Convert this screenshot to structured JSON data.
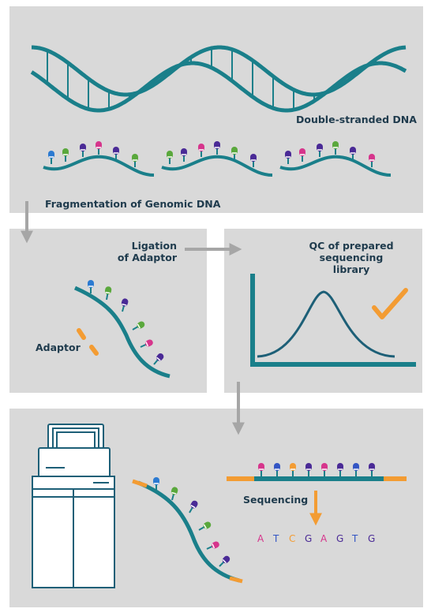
{
  "labels": {
    "double_stranded": "Double-stranded DNA",
    "fragmentation": "Fragmentation of Genomic DNA",
    "ligation_line1": "Ligation",
    "ligation_line2": "of Adaptor",
    "qc_line1": "QC of prepared",
    "qc_line2": "sequencing library",
    "adaptor": "Adaptor",
    "sequencing": "Sequencing"
  },
  "sequence": [
    {
      "base": "A",
      "color": "#d6358c"
    },
    {
      "base": "T",
      "color": "#3355c4"
    },
    {
      "base": "C",
      "color": "#f39c33"
    },
    {
      "base": "G",
      "color": "#4a2a96"
    },
    {
      "base": "A",
      "color": "#d6358c"
    },
    {
      "base": "G",
      "color": "#4a2a96"
    },
    {
      "base": "T",
      "color": "#3355c4"
    },
    {
      "base": "G",
      "color": "#4a2a96"
    }
  ],
  "colors": {
    "panel": "#d9d9d9",
    "dna": "#1a7f8a",
    "label": "#1f3b4d",
    "arrow": "#a6a6a6",
    "adaptor": "#f39c33",
    "check": "#f39c33",
    "curve": "#1d5f77",
    "axis": "#1a7f8a"
  }
}
